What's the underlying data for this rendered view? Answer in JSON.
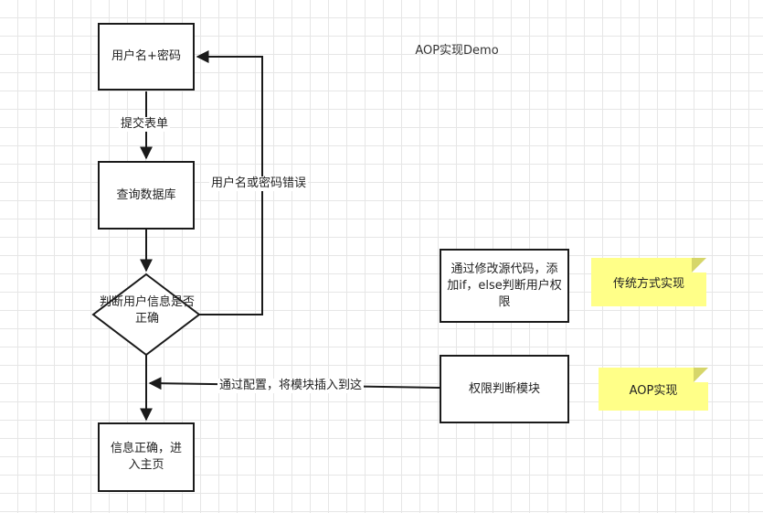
{
  "diagram": {
    "title": "AOP实现Demo",
    "nodes": {
      "login": "用户名+密码",
      "query_db": "查询数据库",
      "check_user": "判断用户信息是否正确",
      "home": "信息正确，进入主页",
      "modify_source": "通过修改源代码，添加if，else判断用户权限",
      "permission_module": "权限判断模块"
    },
    "edges": {
      "submit_form": "提交表单",
      "wrong_credentials": "用户名或密码错误",
      "inject_module": "通过配置，将模块插入到这"
    },
    "notes": {
      "traditional": "传统方式实现",
      "aop": "AOP实现"
    },
    "colors": {
      "note_fill": "#ffff88",
      "stroke": "#1a1a1a",
      "grid": "#e6e6e6"
    }
  }
}
